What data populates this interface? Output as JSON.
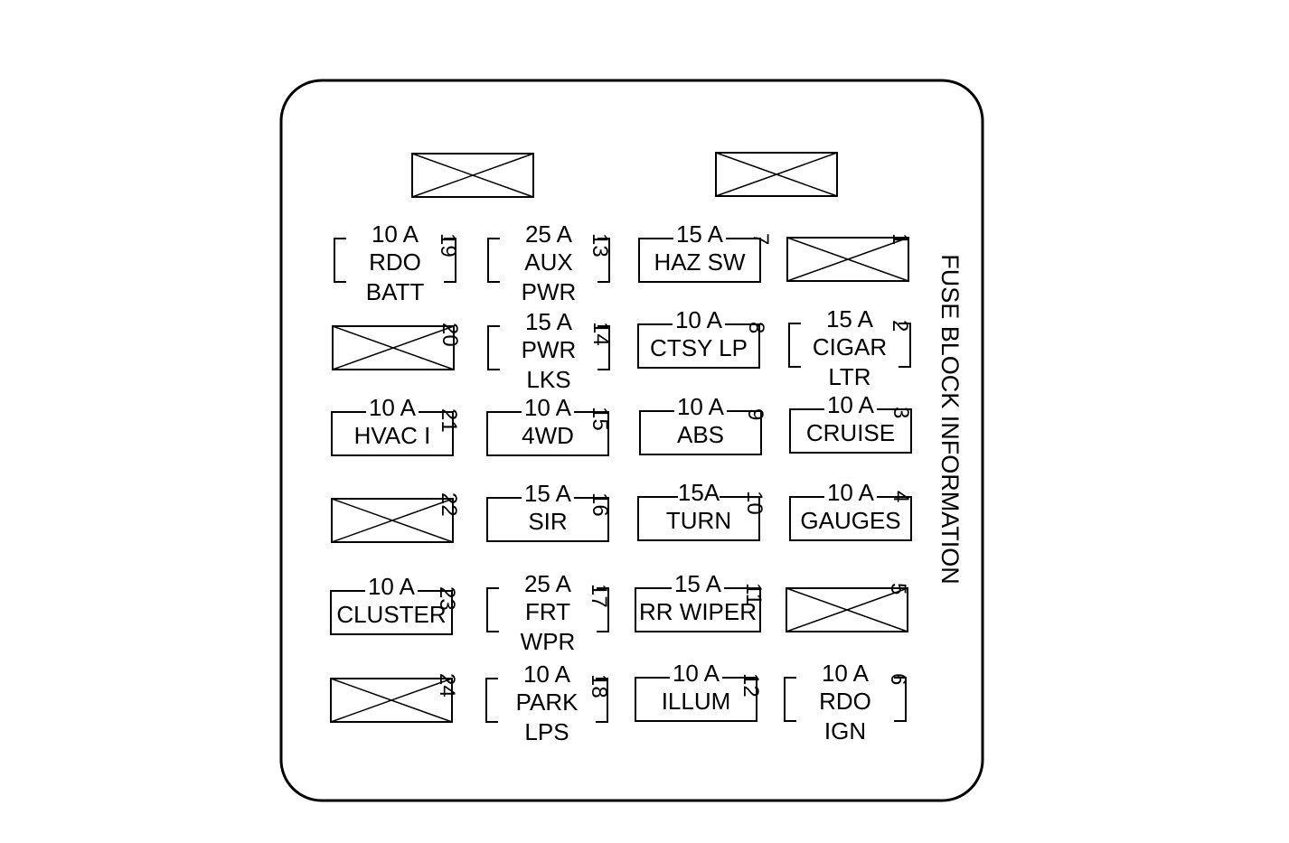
{
  "title": "FUSE BLOCK INFORMATION",
  "colors": {
    "stroke": "#000000",
    "background": "#ffffff"
  },
  "empty_slots": [
    {
      "id": "top-left"
    },
    {
      "id": "top-right"
    },
    {
      "id": "1",
      "number": "1"
    },
    {
      "id": "5",
      "number": "5"
    },
    {
      "id": "20",
      "number": "20"
    },
    {
      "id": "22",
      "number": "22"
    },
    {
      "id": "24",
      "number": "24"
    }
  ],
  "fuses": [
    {
      "number": "1"
    },
    {
      "number": "2",
      "rating": "15 A",
      "name_lines": [
        "CIGAR",
        "LTR"
      ]
    },
    {
      "number": "3",
      "rating": "10 A",
      "name_lines": [
        "CRUISE"
      ]
    },
    {
      "number": "4",
      "rating": "10 A",
      "name_lines": [
        "GAUGES"
      ]
    },
    {
      "number": "5"
    },
    {
      "number": "6",
      "rating": "10 A",
      "name_lines": [
        "RDO",
        "IGN"
      ]
    },
    {
      "number": "7",
      "rating": "15 A",
      "name_lines": [
        "HAZ SW"
      ]
    },
    {
      "number": "8",
      "rating": "10 A",
      "name_lines": [
        "CTSY LP"
      ]
    },
    {
      "number": "9",
      "rating": "10 A",
      "name_lines": [
        "ABS"
      ]
    },
    {
      "number": "10",
      "rating": "15A",
      "name_lines": [
        "TURN"
      ]
    },
    {
      "number": "11",
      "rating": "15 A",
      "name_lines": [
        "RR WIPER"
      ]
    },
    {
      "number": "12",
      "rating": "10 A",
      "name_lines": [
        "ILLUM"
      ]
    },
    {
      "number": "13",
      "rating": "25 A",
      "name_lines": [
        "AUX",
        "PWR"
      ]
    },
    {
      "number": "14",
      "rating": "15 A",
      "name_lines": [
        "PWR",
        "LKS"
      ]
    },
    {
      "number": "15",
      "rating": "10 A",
      "name_lines": [
        "4WD"
      ]
    },
    {
      "number": "16",
      "rating": "15 A",
      "name_lines": [
        "SIR"
      ]
    },
    {
      "number": "17",
      "rating": "25 A",
      "name_lines": [
        "FRT",
        "WPR"
      ]
    },
    {
      "number": "18",
      "rating": "10 A",
      "name_lines": [
        "PARK",
        "LPS"
      ]
    },
    {
      "number": "19",
      "rating": "10 A",
      "name_lines": [
        "RDO",
        "BATT"
      ]
    },
    {
      "number": "20"
    },
    {
      "number": "21",
      "rating": "10 A",
      "name_lines": [
        "HVAC I"
      ]
    },
    {
      "number": "22"
    },
    {
      "number": "23",
      "rating": "10 A",
      "name_lines": [
        "CLUSTER"
      ]
    },
    {
      "number": "24"
    }
  ]
}
